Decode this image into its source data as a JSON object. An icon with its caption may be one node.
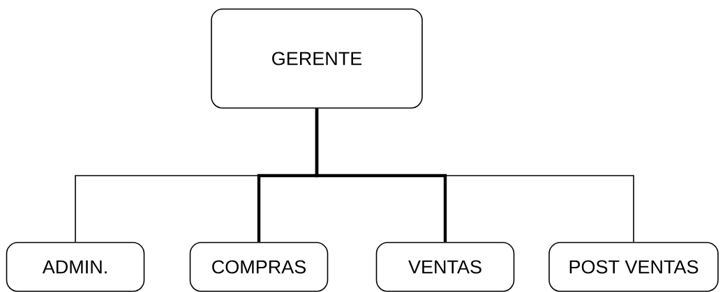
{
  "diagram": {
    "nodes": [
      {
        "text": [
          "GERENTE"
        ]
      },
      {
        "text": [
          "ADMIN."
        ]
      },
      {
        "text": [
          "COMPRAS"
        ]
      },
      {
        "text": [
          "VENTAS"
        ]
      },
      {
        "text": [
          "POST VENTAS"
        ]
      }
    ],
    "edges": [
      {
        "from": 0,
        "to": 1,
        "arrow": "none"
      },
      {
        "from": 0,
        "to": 2,
        "arrow": "none",
        "style": "thick"
      },
      {
        "from": 0,
        "to": 3,
        "arrow": "none",
        "style": "thick"
      },
      {
        "from": 0,
        "to": 4,
        "arrow": "none"
      }
    ]
  }
}
